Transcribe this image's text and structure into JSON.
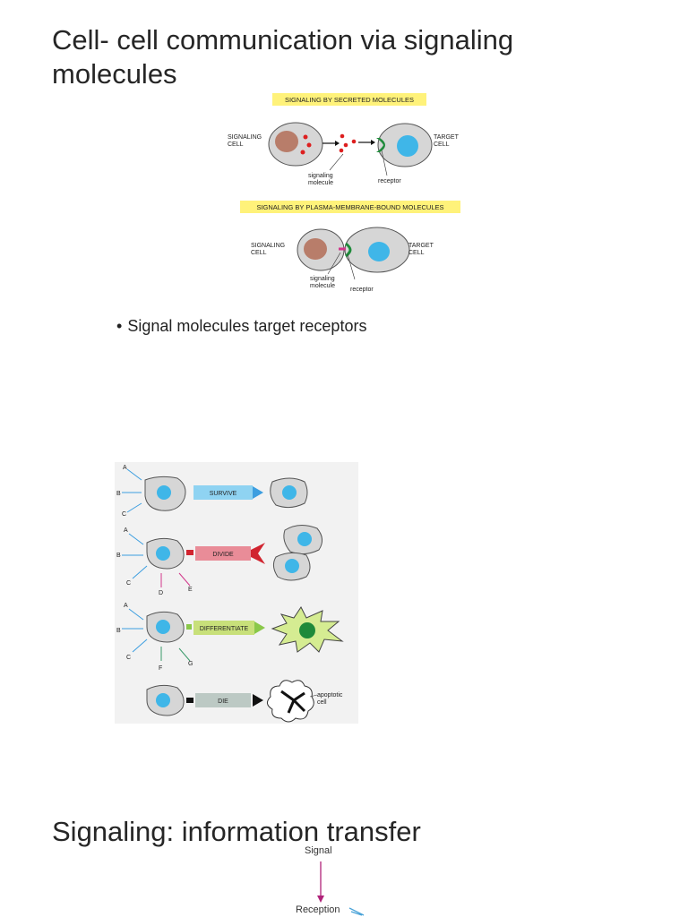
{
  "slide1": {
    "title": "Cell- cell communication via signaling molecules",
    "bullet": "Signal molecules target receptors"
  },
  "figure_secretion": {
    "banner1": "SIGNALING BY SECRETED MOLECULES",
    "banner2": "SIGNALING BY PLASMA-MEMBRANE-BOUND MOLECULES",
    "signaling_cell": [
      "SIGNALING",
      "CELL"
    ],
    "target_cell": [
      "TARGET",
      "CELL"
    ],
    "signaling_molecule": [
      "signaling",
      "molecule"
    ],
    "receptor": "receptor",
    "banner_color": "#fff27a",
    "nucleus_signaling": "#b87d6a",
    "nucleus_target": "#3fb6e8",
    "cell_body": "#d6d6d6",
    "molecule_color": "#dd1f1f",
    "receptor_color": "#1e8a3a"
  },
  "figure_fates": {
    "inputs": [
      "A",
      "B",
      "C",
      "D",
      "E",
      "F",
      "G"
    ],
    "outcomes": [
      {
        "label": "SURVIVE",
        "color": "#8fd3f2"
      },
      {
        "label": "DIVIDE",
        "color": "#e98c98"
      },
      {
        "label": "DIFFERENTIATE",
        "color": "#c8e07a"
      },
      {
        "label": "DIE",
        "color": "#bcc9c4"
      }
    ],
    "apoptotic": [
      "apoptotic",
      "cell"
    ],
    "background": "#f2f2f2",
    "magenta": "#d1368a",
    "green_arrow": "#3a9a6a",
    "blue_arrow": "#3c9ee0"
  },
  "slide2": {
    "title": "Signaling: information transfer",
    "signal": "Signal",
    "reception": "Reception"
  }
}
